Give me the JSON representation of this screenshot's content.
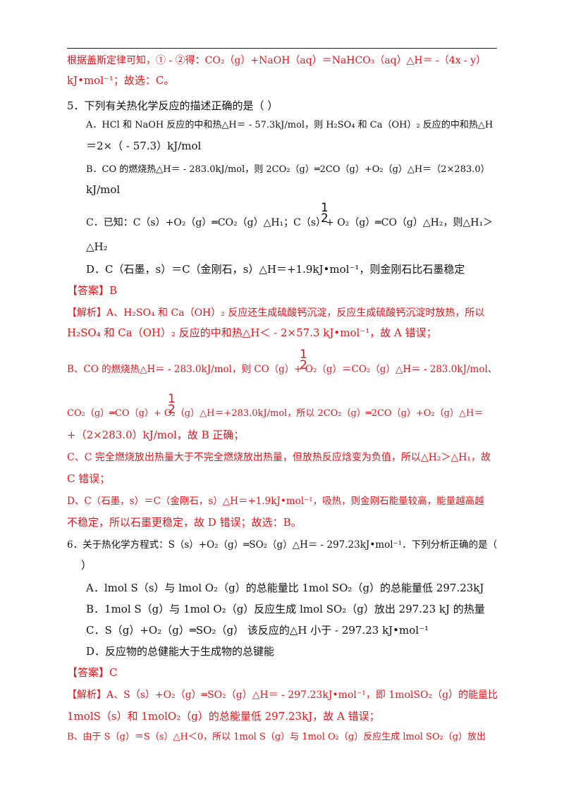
{
  "lines": {
    "l1": "根据盖斯定律可知，① - ②得：CO₂（g）+NaOH（aq）＝NaHCO₃（aq）△H＝ -（4x - y）",
    "l2": "kJ•mol⁻¹；故选：C。",
    "q5": "5．下列有关热化学反应的描述正确的是（      ）",
    "q5a1": "A．HCl 和 NaOH 反应的中和热△H＝ - 57.3kJ/mol，则 H₂SO₄ 和 Ca（OH）₂ 反应的中和热△H",
    "q5a2": "＝2×（ - 57.3）kJ/mol",
    "q5b1": "B．CO 的燃烧热△H＝ - 283.0kJ/mol，则 2CO₂（g）═2CO（g）+O₂（g）△H＝（2×283.0）",
    "q5b2": "kJ/mol",
    "q5c1": "C．已知：C（s）+O₂（g）═CO₂（g）△H₁；C（s）+  O₂（g）═CO（g）△H₂，则△H₁＞",
    "q5c2": "△H₂",
    "q5d": "D．C（石墨，s）＝C（金刚石，s）△H＝+1.9kJ•mol⁻¹，则金刚石比石墨稳定",
    "ans5": "【答案】B",
    "e5a1": "【解析】A、H₂SO₄ 和 Ca（OH）₂ 反应还生成硫酸钙沉淀，反应生成硫酸钙沉淀时放热，所以",
    "e5a2": "H₂SO₄ 和 Ca（OH）₂ 反应的中和热△H＜ - 2×57.3  kJ•mol⁻¹，故 A 错误；",
    "e5b1": "B、CO 的燃烧热△H＝ - 283.0kJ/mol，则 CO（g）+  O₂（g）＝CO₂（g）△H＝ - 283.0kJ/mol、",
    "e5b2": "CO₂（g）═CO（g）+  O₂（g）△H＝+283.0kJ/mol，所以 2CO₂（g）═2CO（g）+O₂（g）△H＝",
    "e5b3": "+（2×283.0）kJ/mol，故 B 正确；",
    "e5c1": "C、C 完全燃烧放出热量大于不完全燃烧放出热量，但放热反应焓变为负值，所以△H₂＞△H₁，故",
    "e5c2": "C 错误；",
    "e5d1": "D、C（石墨，s）＝C（金刚石，s）△H＝+1.9kJ•mol⁻¹，吸热，则金刚石能量较高，能量越高越",
    "e5d2": "不稳定，所以石墨更稳定，故 D 错误；故选：B。",
    "q6a": "6．关于热化学方程式：S（s）+O₂（g）═SO₂（g）△H＝ - 297.23kJ•mol⁻¹．下列分析正确的是（",
    "q6b": "）",
    "q6A": "A．lmol  S（s）与 lmol  O₂（g）的总能量比 1mol  SO₂（g）的总能量低 297.23kJ",
    "q6B": "B．1mol  S（g）与 1mol  O₂（g）反应生成 lmol  SO₂（g）放出 297.23  kJ 的热量",
    "q6C": "C．S（g）+O₂（g）═SO₂（g）  该反应的△H 小于 - 297.23  kJ•mol⁻¹",
    "q6D": "D．反应物的总健能大于生成物的总键能",
    "ans6": "【答案】C",
    "e6a1": "【解析】A、S（s）+O₂（g）═SO₂（g）△H＝ - 297.23kJ•mol⁻¹，即 1molSO₂（g）的能量比",
    "e6a2": "1molS（s）和 1molO₂（g）的总能量低 297.23kJ，故 A 错误；",
    "e6b1": "B、由于 S（g）＝S（s）△H＜0，所以 1mol  S（g）与 1mol  O₂（g）反应生成 lmol  SO₂（g）放出"
  },
  "fraction": {
    "num": "1",
    "den": "2"
  }
}
